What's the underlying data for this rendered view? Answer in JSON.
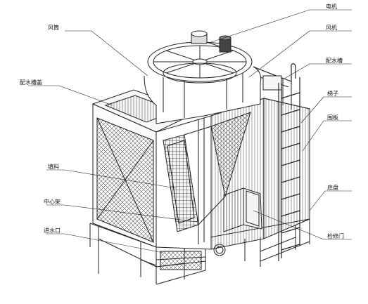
{
  "labels": {
    "motor": "电机",
    "fan_cover": "风筒",
    "fan": "风机",
    "water_distributor": "配水槽",
    "water_basin": "配水槽盖",
    "ladder": "梯子",
    "panel": "围板",
    "fill": "填料",
    "bottom_basin": "底盘",
    "center_frame": "中心架",
    "inlet": "进水口",
    "access_door": "检修门"
  }
}
